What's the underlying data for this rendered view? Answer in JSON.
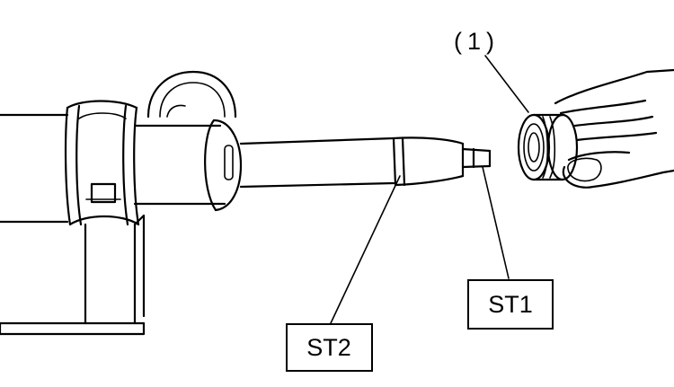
{
  "labels": {
    "part_callout": "(1)",
    "tool_st1": "ST1",
    "tool_st2": "ST2"
  }
}
